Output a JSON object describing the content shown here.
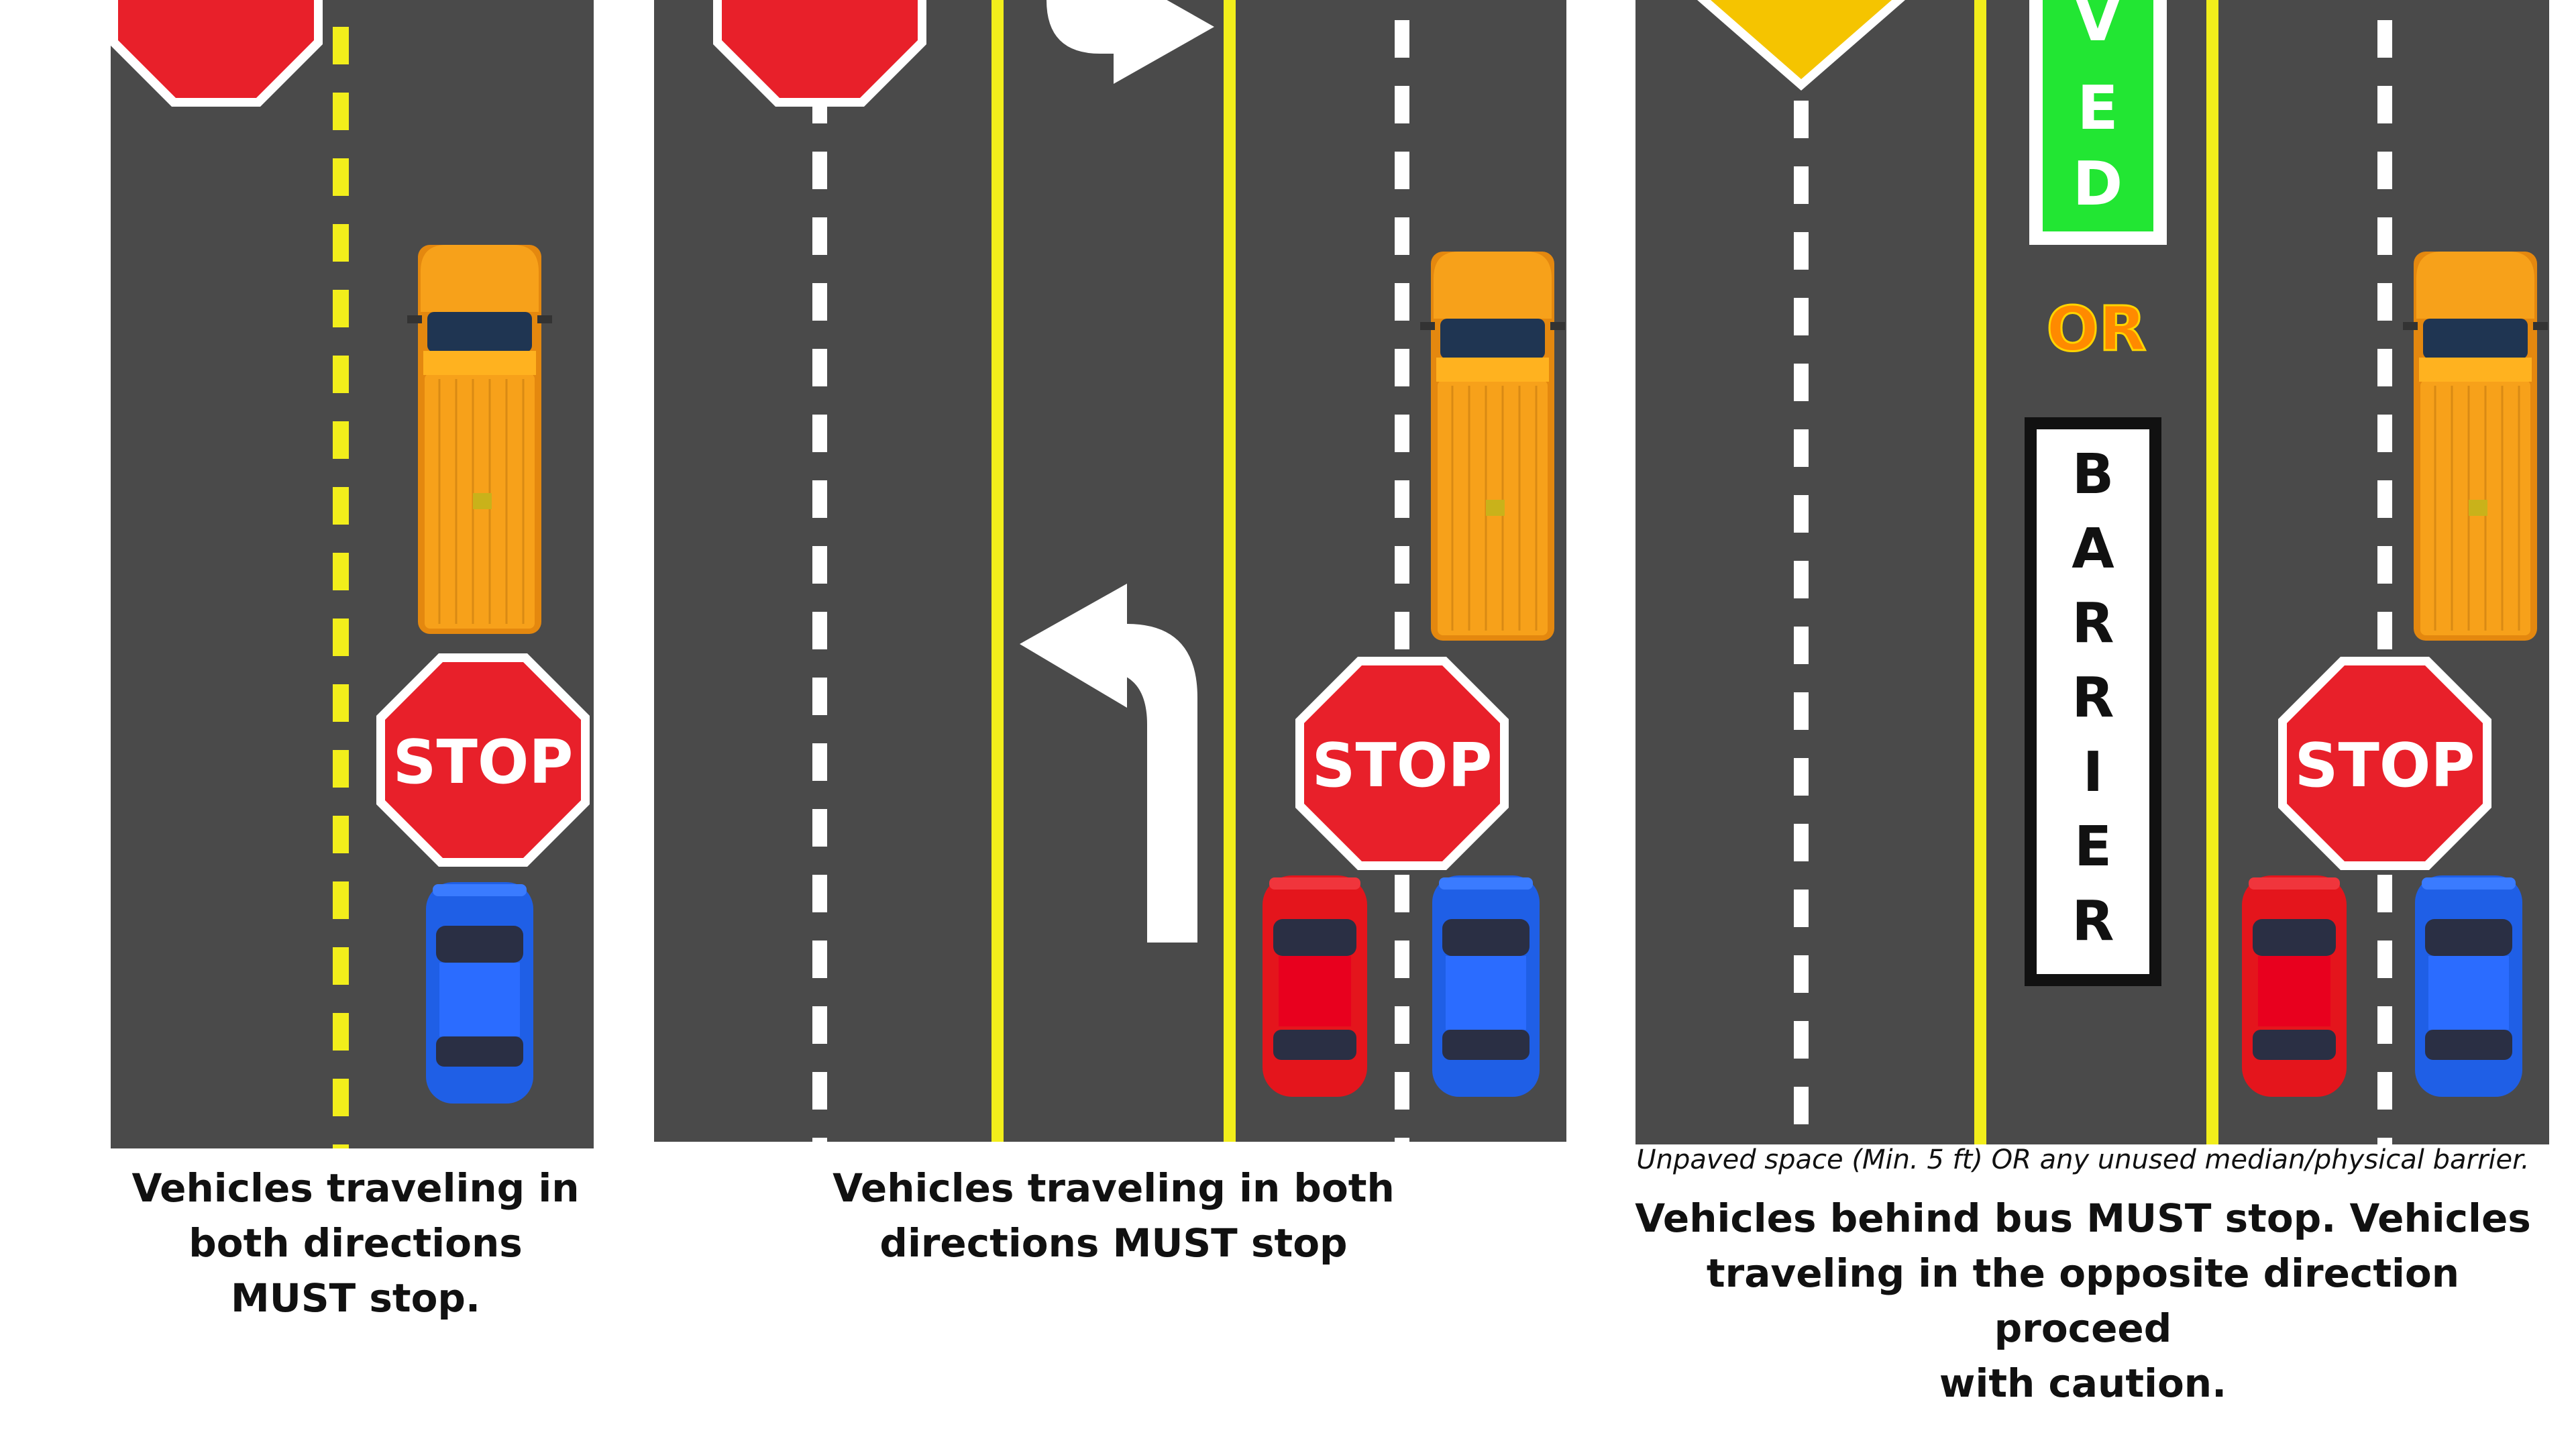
{
  "signs": {
    "stop_label": "STOP",
    "paved_letters": "VED",
    "or_label": "OR",
    "barrier_letters": [
      "B",
      "A",
      "R",
      "R",
      "I",
      "E",
      "R"
    ]
  },
  "panels": [
    {
      "caption": [
        "Vehicles traveling in",
        "both directions",
        "MUST stop."
      ]
    },
    {
      "caption": [
        "Vehicles traveling in both",
        "directions MUST stop"
      ]
    },
    {
      "note": "Unpaved space (Min. 5 ft) OR any unused median/physical barrier.",
      "caption": [
        "Vehicles behind bus MUST stop. Vehicles",
        "traveling in the opposite direction proceed",
        "with caution."
      ]
    }
  ],
  "colors": {
    "road": "#4a4a4a",
    "yellow_line": "#f2ee1b",
    "white_line": "#ffffff",
    "stop_red": "#e8202a",
    "bus_orange": "#f7a11a",
    "car_blue": "#1f5fe6",
    "car_red": "#e4151c",
    "paved_green": "#22e633",
    "or_orange": "#ff8a00"
  }
}
